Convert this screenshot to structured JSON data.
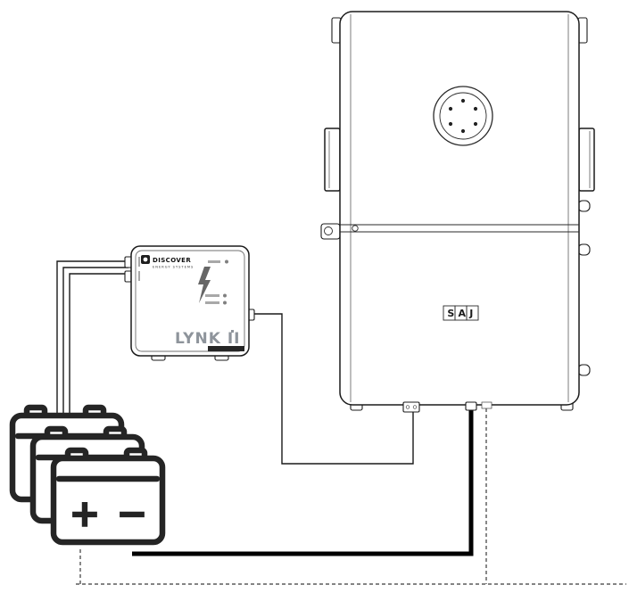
{
  "diagram": {
    "description": "Wiring diagram: battery bank connected to a DISCOVER LYNK II communication gateway and a SAJ inverter"
  },
  "lynk": {
    "brand": "DISCOVER",
    "brand_sub": "ENERGY SYSTEMS",
    "model": "LYNK II"
  },
  "inverter": {
    "brand": "SAJ"
  },
  "battery": {
    "plus": "+",
    "minus": "−"
  },
  "colors": {
    "outline": "#1b1b1b",
    "power_cable": "#000000",
    "dashed_line": "#3a3a3a",
    "battery_stroke": "#252525",
    "model_text": "#8e949b",
    "model_bar": "#262626"
  }
}
